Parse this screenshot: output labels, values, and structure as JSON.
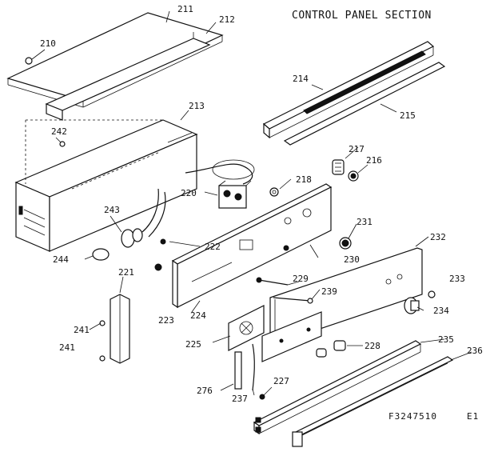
{
  "diagram": {
    "title": "CONTROL PANEL SECTION",
    "drawing_code": "F3247510",
    "drawing_rev": "E1",
    "callouts": [
      {
        "id": "c210",
        "label": "210"
      },
      {
        "id": "c211",
        "label": "211"
      },
      {
        "id": "c212",
        "label": "212"
      },
      {
        "id": "c213",
        "label": "213"
      },
      {
        "id": "c214",
        "label": "214"
      },
      {
        "id": "c215",
        "label": "215"
      },
      {
        "id": "c216",
        "label": "216"
      },
      {
        "id": "c217",
        "label": "217"
      },
      {
        "id": "c218",
        "label": "218"
      },
      {
        "id": "c220",
        "label": "220"
      },
      {
        "id": "c221",
        "label": "221"
      },
      {
        "id": "c222",
        "label": "222"
      },
      {
        "id": "c223",
        "label": "223"
      },
      {
        "id": "c224",
        "label": "224"
      },
      {
        "id": "c225",
        "label": "225"
      },
      {
        "id": "c227",
        "label": "227"
      },
      {
        "id": "c228",
        "label": "228"
      },
      {
        "id": "c229",
        "label": "229"
      },
      {
        "id": "c230",
        "label": "230"
      },
      {
        "id": "c231",
        "label": "231"
      },
      {
        "id": "c232",
        "label": "232"
      },
      {
        "id": "c233",
        "label": "233"
      },
      {
        "id": "c234",
        "label": "234"
      },
      {
        "id": "c235",
        "label": "235"
      },
      {
        "id": "c236",
        "label": "236"
      },
      {
        "id": "c237",
        "label": "237"
      },
      {
        "id": "c239",
        "label": "239"
      },
      {
        "id": "c241a",
        "label": "241"
      },
      {
        "id": "c241b",
        "label": "241"
      },
      {
        "id": "c242",
        "label": "242"
      },
      {
        "id": "c243",
        "label": "243"
      },
      {
        "id": "c244",
        "label": "244"
      },
      {
        "id": "c276",
        "label": "276"
      }
    ]
  }
}
